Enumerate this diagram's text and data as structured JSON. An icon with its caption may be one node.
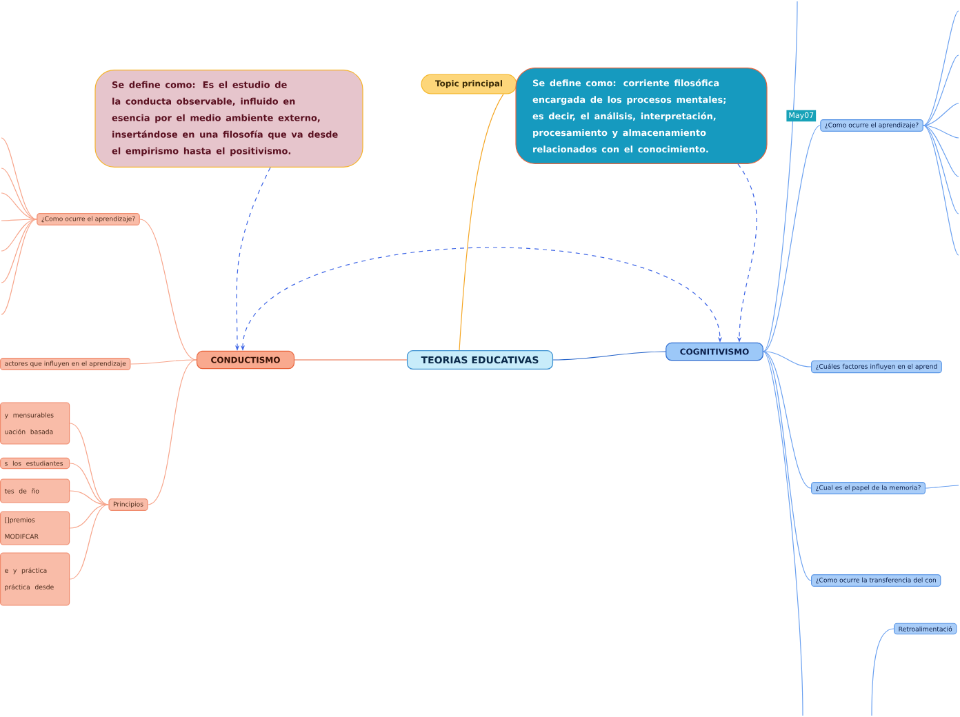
{
  "diagram": {
    "nodes": [
      {
        "text": [
          "TEORIAS EDUCATIVAS"
        ]
      },
      {
        "text": [
          "CONDUCTISMO"
        ]
      },
      {
        "text": [
          "COGNITIVISMO"
        ]
      },
      {
        "text": [
          "Topic principal"
        ]
      },
      {
        "text": [
          "Se define como: Es el estudio de la conducta observable, influido en esencia por el medio ambiente externo, insertándose en una filosofía que va desde el empirismo hasta el positivismo."
        ]
      },
      {
        "text": [
          "Se define como: corriente filosófica encargada de los procesos mentales; es decir, el análisis, interpretación, procesamiento y almacenamiento relacionados con el conocimiento."
        ]
      },
      {
        "text": [
          "¿Como ocurre el aprendizaje?"
        ]
      },
      {
        "text": [
          "actores que influyen en el aprendizaje"
        ]
      },
      {
        "text": [
          "Principios"
        ]
      },
      {
        "text": [
          "y mensurables uación basada"
        ]
      },
      {
        "text": [
          "s los estudiantes"
        ]
      },
      {
        "text": [
          "tes de ño"
        ]
      },
      {
        "text": [
          "[]premios MODIFCAR"
        ]
      },
      {
        "text": [
          "e y práctica práctica desde"
        ]
      },
      {
        "text": [
          "¿Como ocurre el aprendizaje?"
        ]
      },
      {
        "text": [
          "¿Cuáles factores influyen en el aprend"
        ]
      },
      {
        "text": [
          "¿Cual es el papel de la memoria?"
        ]
      },
      {
        "text": [
          "¿Como ocurre la transferencia del con"
        ]
      },
      {
        "text": [
          "Retroalimentació"
        ]
      }
    ],
    "edges": [
      {
        "from": 0,
        "to": 1,
        "arrow": "none",
        "color": "#e8643c"
      },
      {
        "from": 0,
        "to": 2,
        "arrow": "none",
        "color": "#1f5fc8"
      },
      {
        "from": 0,
        "to": 3,
        "arrow": "none",
        "color": "#f5a623"
      },
      {
        "from": 4,
        "to": 1,
        "arrow": "to",
        "style": "dashed",
        "color": "#3c64e6"
      },
      {
        "from": 5,
        "to": 2,
        "arrow": "to",
        "style": "dashed",
        "color": "#3c64e6"
      },
      {
        "from": 1,
        "to": 2,
        "arrow": "both",
        "style": "dashed",
        "color": "#3c64e6"
      },
      {
        "from": 1,
        "to": 6,
        "arrow": "none",
        "color": "#f7a48a"
      },
      {
        "from": 1,
        "to": 7,
        "arrow": "none",
        "color": "#f7a48a"
      },
      {
        "from": 1,
        "to": 8,
        "arrow": "none",
        "color": "#f7a48a"
      },
      {
        "from": 8,
        "to": 9,
        "arrow": "none",
        "color": "#f7a48a"
      },
      {
        "from": 8,
        "to": 10,
        "arrow": "none",
        "color": "#f7a48a"
      },
      {
        "from": 8,
        "to": 11,
        "arrow": "none",
        "color": "#f7a48a"
      },
      {
        "from": 8,
        "to": 12,
        "arrow": "none",
        "color": "#f7a48a"
      },
      {
        "from": 8,
        "to": 13,
        "arrow": "none",
        "color": "#f7a48a"
      },
      {
        "from": 6,
        "to": null,
        "arrow": "none",
        "color": "#f7a48a"
      },
      {
        "from": 6,
        "to": null,
        "arrow": "none",
        "color": "#f7a48a"
      },
      {
        "from": 6,
        "to": null,
        "arrow": "none",
        "color": "#f7a48a"
      },
      {
        "from": 6,
        "to": null,
        "arrow": "none",
        "color": "#f7a48a"
      },
      {
        "from": 6,
        "to": null,
        "arrow": "none",
        "color": "#f7a48a"
      },
      {
        "from": 6,
        "to": null,
        "arrow": "none",
        "color": "#f7a48a"
      },
      {
        "from": 6,
        "to": null,
        "arrow": "none",
        "color": "#f7a48a"
      },
      {
        "from": 2,
        "to": 14,
        "arrow": "none",
        "color": "#6aa0f0"
      },
      {
        "from": 2,
        "to": 15,
        "arrow": "none",
        "color": "#6aa0f0"
      },
      {
        "from": 2,
        "to": 16,
        "arrow": "none",
        "color": "#6aa0f0"
      },
      {
        "from": 2,
        "to": 17,
        "arrow": "none",
        "color": "#6aa0f0"
      },
      {
        "from": 2,
        "to": null,
        "arrow": "none",
        "color": "#6aa0f0"
      },
      {
        "from": 2,
        "to": null,
        "arrow": "none",
        "color": "#6aa0f0"
      },
      {
        "from": null,
        "to": 18,
        "arrow": "none",
        "color": "#6aa0f0"
      },
      {
        "from": 14,
        "to": null,
        "arrow": "none",
        "color": "#6aa0f0"
      },
      {
        "from": 14,
        "to": null,
        "arrow": "none",
        "color": "#6aa0f0"
      },
      {
        "from": 14,
        "to": null,
        "arrow": "none",
        "color": "#6aa0f0"
      },
      {
        "from": 14,
        "to": null,
        "arrow": "none",
        "color": "#6aa0f0"
      },
      {
        "from": 14,
        "to": null,
        "arrow": "none",
        "color": "#6aa0f0"
      },
      {
        "from": 14,
        "to": null,
        "arrow": "none",
        "color": "#6aa0f0"
      },
      {
        "from": 14,
        "to": null,
        "arrow": "none",
        "color": "#6aa0f0"
      },
      {
        "from": 16,
        "to": null,
        "arrow": "none",
        "color": "#6aa0f0"
      }
    ],
    "labels": [
      "May07"
    ]
  }
}
